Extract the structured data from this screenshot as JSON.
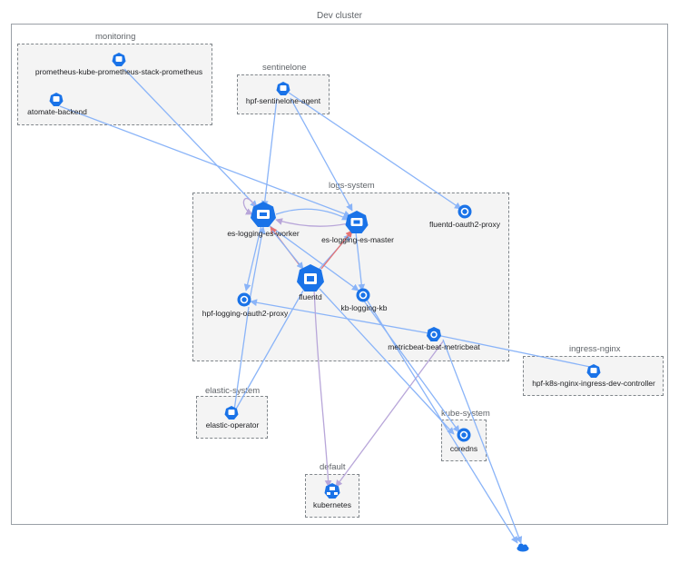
{
  "cluster": {
    "title": "Dev cluster"
  },
  "namespaces": {
    "monitoring": "monitoring",
    "sentinelone": "sentinelone",
    "logs_system": "logs-system",
    "elastic_system": "elastic-system",
    "kube_system": "kube-system",
    "default": "default",
    "ingress_nginx": "ingress-nginx"
  },
  "nodes": {
    "prometheus": "prometheus-kube-prometheus-stack-prometheus",
    "atomate": "atomate-backend",
    "sentinel_agent": "hpf-sentinelone-agent",
    "es_worker": "es-logging-es-worker",
    "es_master": "es-logging-es-master",
    "fluentd_proxy": "fluentd-oauth2-proxy",
    "fluentd": "fluentd",
    "kb": "kb-logging-kb",
    "hpf_proxy": "hpf-logging-oauth2-proxy",
    "metricbeat": "metricbeat-beat-metricbeat",
    "ingress_ctrl": "hpf-k8s-nginx-ingress-dev-controller",
    "elastic_op": "elastic-operator",
    "coredns": "coredns",
    "kubernetes": "kubernetes"
  },
  "colors": {
    "node": "#1a73e8",
    "edge": "#8ab4f8",
    "edge_alt": "#b8a6d9",
    "edge_alert": "#e57373"
  },
  "icons": {
    "pod": "pod-icon",
    "service": "service-icon",
    "network": "network-icon",
    "internet": "cloud-icon"
  }
}
